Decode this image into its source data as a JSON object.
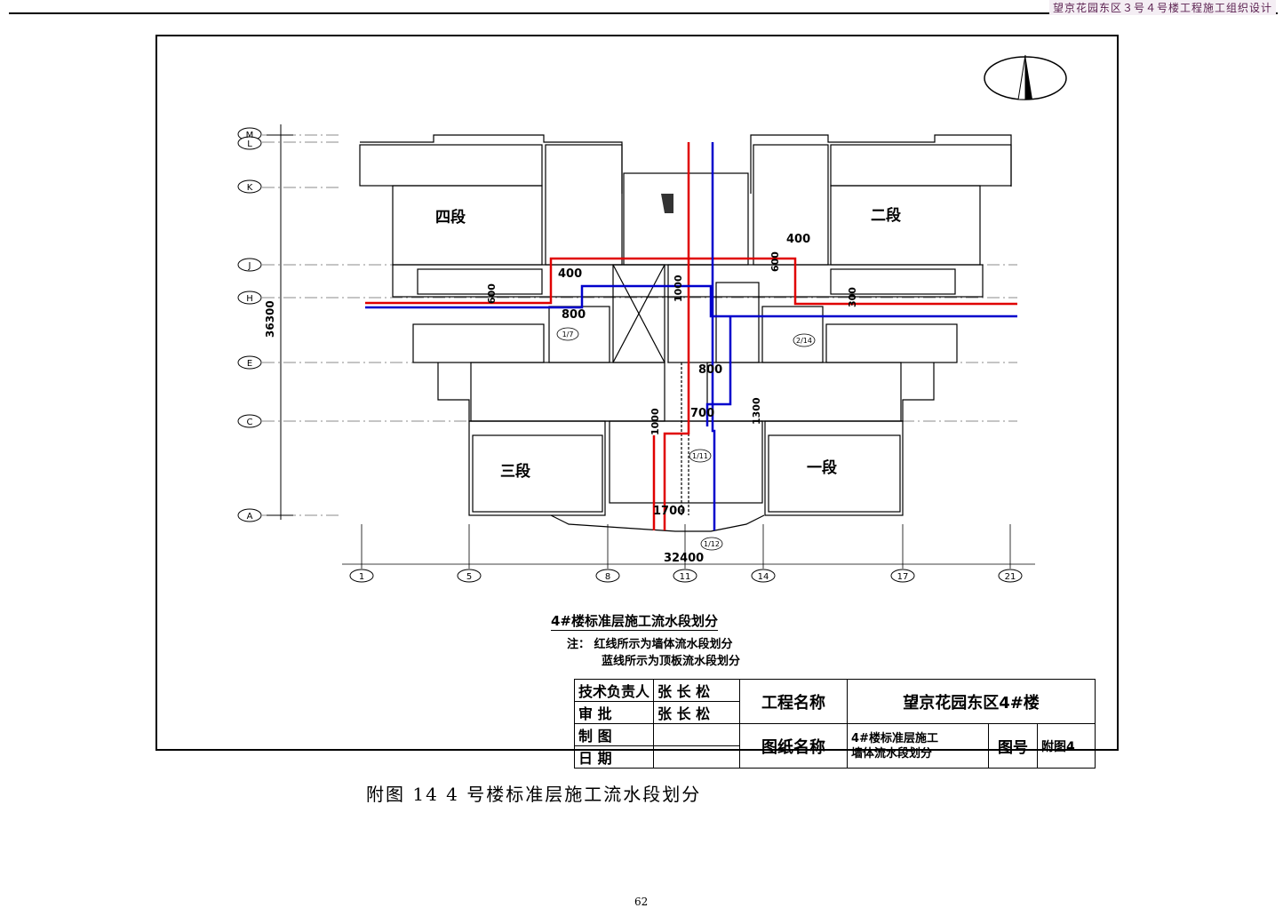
{
  "header": {
    "title": "望京花园东区３号４号楼工程施工组织设计"
  },
  "plan": {
    "segments": [
      "四段",
      "二段",
      "三段",
      "一段"
    ],
    "dimensions": [
      "400",
      "400",
      "600",
      "600",
      "800",
      "1000",
      "800",
      "700",
      "1000",
      "1300",
      "1700",
      "300",
      "32400",
      "36300"
    ],
    "axes_rows": [
      "M",
      "L",
      "K",
      "J",
      "H",
      "E",
      "C",
      "A"
    ],
    "axes_cols": [
      "1",
      "5",
      "8",
      "11",
      "14",
      "17",
      "21"
    ],
    "sub_axes": [
      "1/7",
      "2/14",
      "1/11",
      "1/12"
    ]
  },
  "drawing_title": "4#楼标准层施工流水段划分",
  "notes": {
    "line1": "注：  红线所示为墙体流水段划分",
    "line2": "蓝线所示为顶板流水段划分"
  },
  "colors": {
    "wall_line": "#e00000",
    "slab_line": "#0000cc"
  },
  "titleblock": {
    "tech_label": "技术负责人",
    "tech_name": "张 长 松",
    "review_label": "审      批",
    "review_name": "张 长 松",
    "draw_label": "制      图",
    "date_label": "日      期",
    "project_label": "工程名称",
    "project_value": "望京花园东区4#楼",
    "drawing_label": "图纸名称",
    "drawing_value_1": "4#楼标准层施工",
    "drawing_value_2": "墙体流水段划分",
    "no_label": "图号",
    "no_value": "附图4"
  },
  "caption": "附图 14     4 号楼标准层施工流水段划分",
  "page_number": "62"
}
